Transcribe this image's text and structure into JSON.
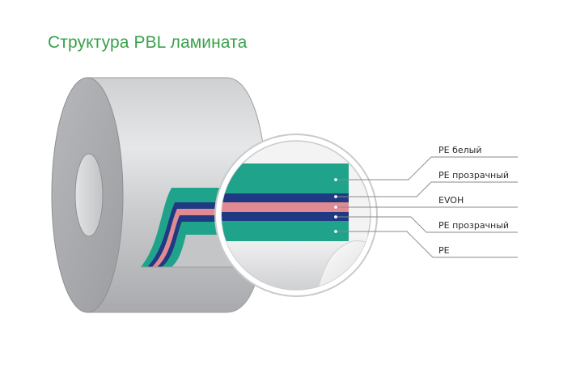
{
  "title": "Структура PBL ламината",
  "colors": {
    "title": "#3aa14a",
    "pe_outer": "#20a38b",
    "pe_transparent": "#1f3a82",
    "evoh": "#e28a91",
    "roll_body": "#d3d4d6",
    "leader_line": "#8a8a8a"
  },
  "layers": [
    {
      "label": "PE белый"
    },
    {
      "label": "PE прозрачный"
    },
    {
      "label": "EVOH"
    },
    {
      "label": "PE прозрачный"
    },
    {
      "label": "PE"
    }
  ]
}
